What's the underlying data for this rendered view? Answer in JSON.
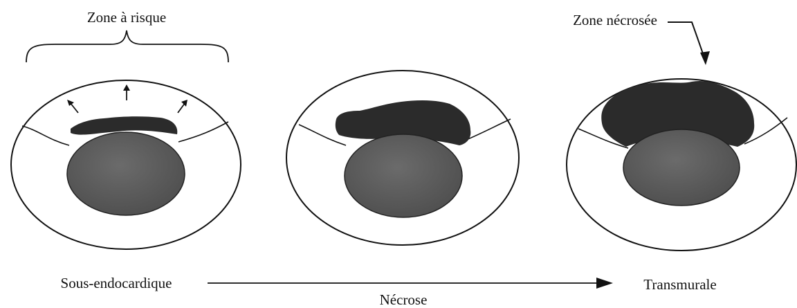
{
  "labels": {
    "zone_a_risque": "Zone à risque",
    "zone_necrosee": "Zone nécrosée",
    "sous_endocardique": "Sous-endocardique",
    "necrose": "Nécrose",
    "transmurale": "Transmurale"
  },
  "colors": {
    "background": "#ffffff",
    "outline": "#111111",
    "necrosis": "#2b2b2b",
    "cavity": "#5e5e5e"
  },
  "icons": [
    "curly-brace",
    "up-arrow",
    "down-arrow",
    "right-arrow"
  ]
}
